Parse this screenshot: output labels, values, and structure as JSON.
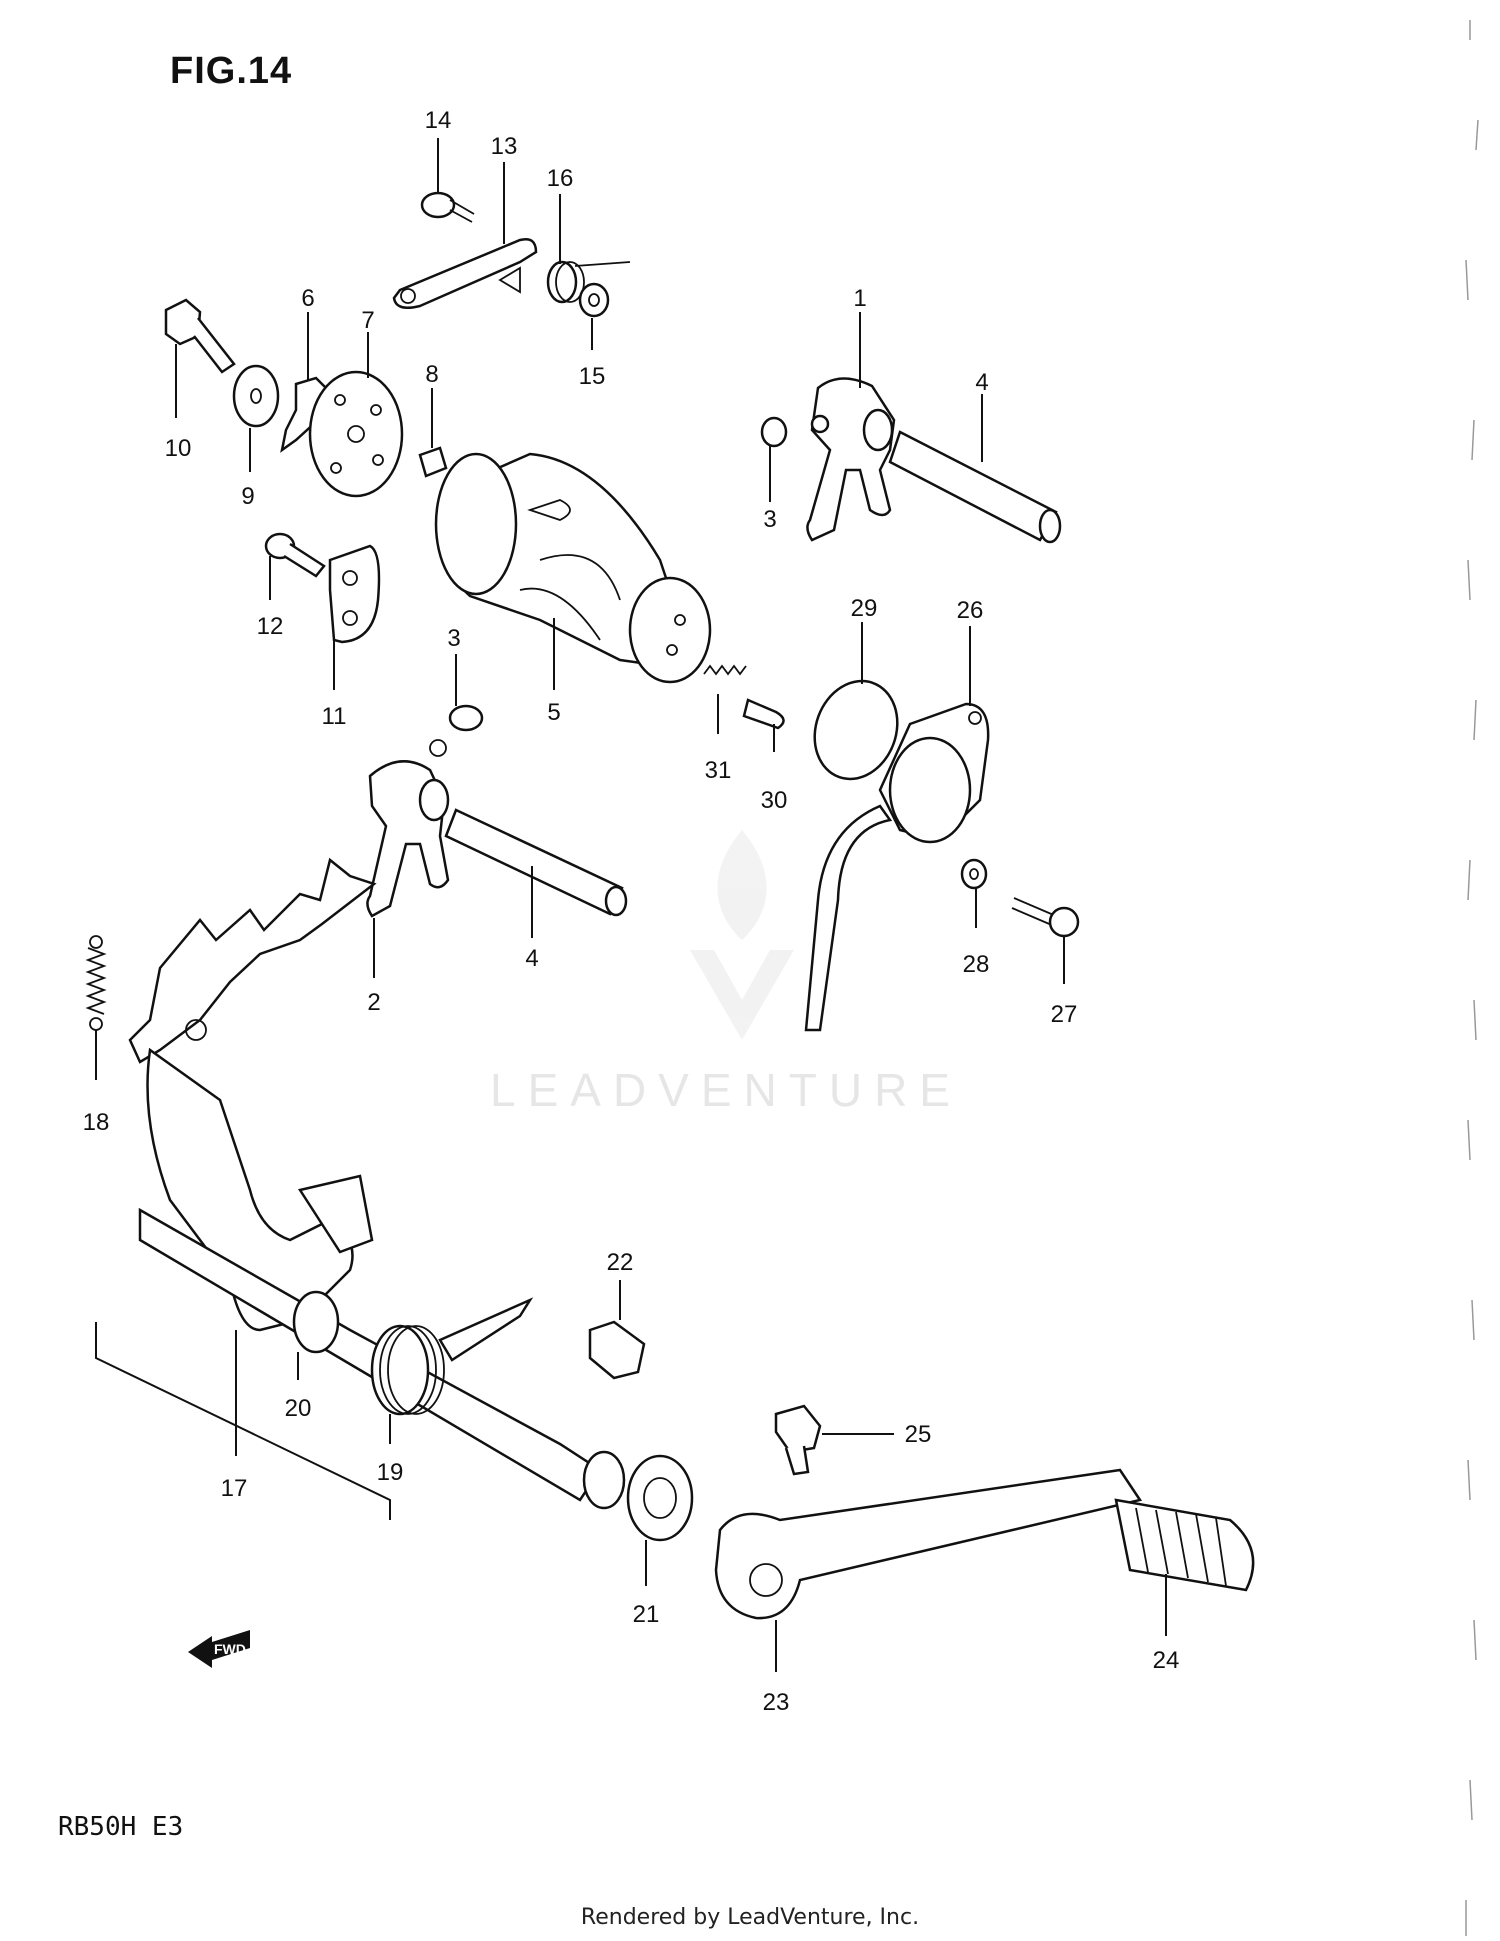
{
  "figure_title": "FIG.14",
  "model_code": "RB50H E3",
  "footer": "Rendered by LeadVenture, Inc.",
  "watermark": "LEADVENTURE",
  "fwd_label": "FWD",
  "callouts": {
    "c1": "1",
    "c2": "2",
    "c3a": "3",
    "c3b": "3",
    "c4a": "4",
    "c4b": "4",
    "c5": "5",
    "c6": "6",
    "c7": "7",
    "c8": "8",
    "c9": "9",
    "c10": "10",
    "c11": "11",
    "c12": "12",
    "c13": "13",
    "c14": "14",
    "c15": "15",
    "c16": "16",
    "c17": "17",
    "c18": "18",
    "c19": "19",
    "c20": "20",
    "c21": "21",
    "c22": "22",
    "c23": "23",
    "c24": "24",
    "c25": "25",
    "c26": "26",
    "c27": "27",
    "c28": "28",
    "c29": "29",
    "c30": "30",
    "c31": "31"
  }
}
